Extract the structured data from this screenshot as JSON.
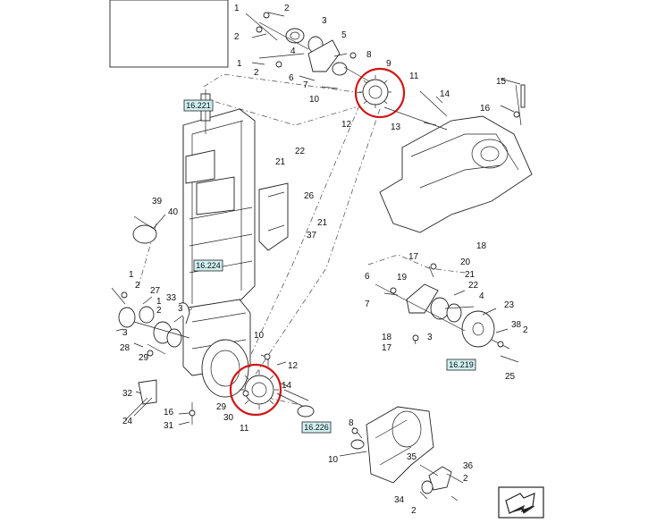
{
  "callouts": [
    "1",
    "2",
    "3",
    "2",
    "4",
    "5",
    "1",
    "2",
    "6",
    "7",
    "8",
    "9",
    "11",
    "10",
    "12",
    "13",
    "14",
    "15",
    "16",
    "22",
    "21",
    "26",
    "21",
    "37",
    "39",
    "40",
    "1",
    "2",
    "27",
    "1",
    "2",
    "33",
    "3",
    "3",
    "28",
    "29",
    "10",
    "12",
    "14",
    "32",
    "16",
    "29",
    "30",
    "11",
    "24",
    "31",
    "17",
    "18",
    "20",
    "6",
    "19",
    "21",
    "22",
    "7",
    "4",
    "23",
    "18",
    "17",
    "3",
    "38",
    "2",
    "25",
    "8",
    "10",
    "35",
    "36",
    "2",
    "34",
    "2"
  ],
  "refs": [
    "16.221",
    "16.224",
    "16.226",
    "16.219"
  ],
  "highlight_color": "#d01717",
  "nav_icon": "next-page-arrow-icon"
}
